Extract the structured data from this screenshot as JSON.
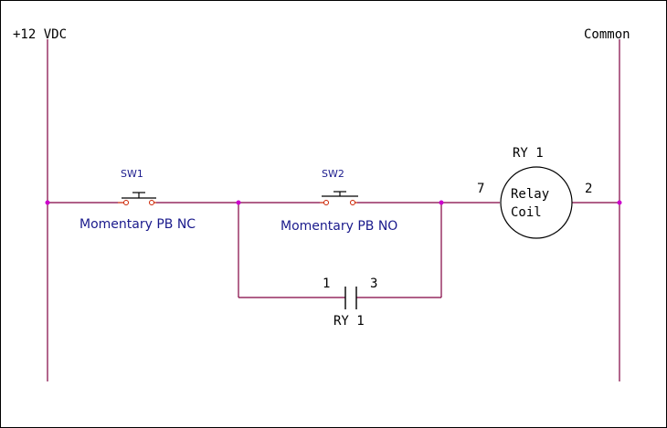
{
  "rails": {
    "left_label": "+12 VDC",
    "right_label": "Common"
  },
  "sw1": {
    "ref": "SW1",
    "description": "Momentary PB NC"
  },
  "sw2": {
    "ref": "SW2",
    "description": "Momentary PB NO"
  },
  "relay_coil": {
    "ref": "RY 1",
    "text_line1": "Relay",
    "text_line2": "Coil",
    "pin_in": "7",
    "pin_out": "2"
  },
  "relay_contact": {
    "ref": "RY 1",
    "pin_left": "1",
    "pin_right": "3"
  },
  "colors": {
    "rail": "#800040",
    "wire": "#800040",
    "node": "#cc00cc",
    "contact_end": "#cc2200",
    "label_blue": "#1a1a8c"
  }
}
